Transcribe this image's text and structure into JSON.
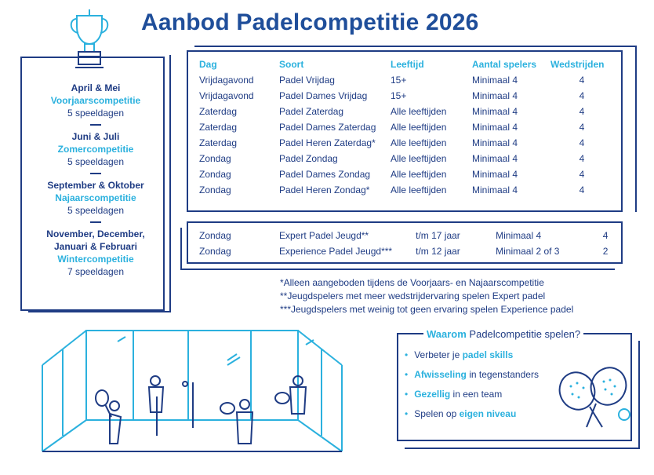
{
  "title": "Aanbod Padelcompetitie 2026",
  "colors": {
    "navy": "#1f3c84",
    "cyan": "#2bb1de",
    "title": "#1f4e9a"
  },
  "icons": [
    "trophy-icon",
    "padel-court-illustration",
    "padel-rackets-icon"
  ],
  "seasons": [
    {
      "when": "April & Mei",
      "name": "Voorjaarscompetitie",
      "days": "5 speeldagen"
    },
    {
      "when": "Juni & Juli",
      "name": "Zomercompetitie",
      "days": "5 speeldagen"
    },
    {
      "when": "September & Oktober",
      "name": "Najaarscompetitie",
      "days": "5 speeldagen"
    },
    {
      "when": "November, December,",
      "when2": "Januari & Februari",
      "name": "Wintercompetitie",
      "days": "7 speeldagen"
    }
  ],
  "table": {
    "headers": [
      "Dag",
      "Soort",
      "Leeftijd",
      "Aantal spelers",
      "Wedstrijden"
    ],
    "rows": [
      [
        "Vrijdagavond",
        "Padel Vrijdag",
        "15+",
        "Minimaal 4",
        "4"
      ],
      [
        "Vrijdagavond",
        "Padel Dames Vrijdag",
        "15+",
        "Minimaal 4",
        "4"
      ],
      [
        "Zaterdag",
        "Padel Zaterdag",
        "Alle leeftijden",
        "Minimaal 4",
        "4"
      ],
      [
        "Zaterdag",
        "Padel Dames Zaterdag",
        "Alle leeftijden",
        "Minimaal 4",
        "4"
      ],
      [
        "Zaterdag",
        "Padel Heren Zaterdag*",
        "Alle leeftijden",
        "Minimaal 4",
        "4"
      ],
      [
        "Zondag",
        "Padel Zondag",
        "Alle leeftijden",
        "Minimaal 4",
        "4"
      ],
      [
        "Zondag",
        "Padel Dames Zondag",
        "Alle leeftijden",
        "Minimaal 4",
        "4"
      ],
      [
        "Zondag",
        "Padel Heren Zondag*",
        "Alle leeftijden",
        "Minimaal 4",
        "4"
      ]
    ]
  },
  "youth": {
    "rows": [
      [
        "Zondag",
        "Expert Padel Jeugd**",
        "t/m 17 jaar",
        "Minimaal 4",
        "4"
      ],
      [
        "Zondag",
        "Experience Padel Jeugd***",
        "t/m 12 jaar",
        "Minimaal 2 of 3",
        "2"
      ]
    ]
  },
  "footnotes": [
    "*Alleen aangeboden tijdens de Voorjaars- en Najaarscompetitie",
    "**Jeugdspelers met meer wedstrijdervaring spelen Expert padel",
    "***Jeugdspelers met weinig tot geen ervaring spelen Experience padel"
  ],
  "why": {
    "heading_highlight": "Waarom",
    "heading_rest": " Padelcompetitie spelen?",
    "items": [
      {
        "pre": "Verbeter je ",
        "bold": "padel skills",
        "post": ""
      },
      {
        "pre": "",
        "bold": "Afwisseling",
        "post": " in tegenstanders"
      },
      {
        "pre": "",
        "bold": "Gezellig",
        "post": " in een team"
      },
      {
        "pre": "Spelen op ",
        "bold": "eigen niveau",
        "post": ""
      }
    ]
  }
}
